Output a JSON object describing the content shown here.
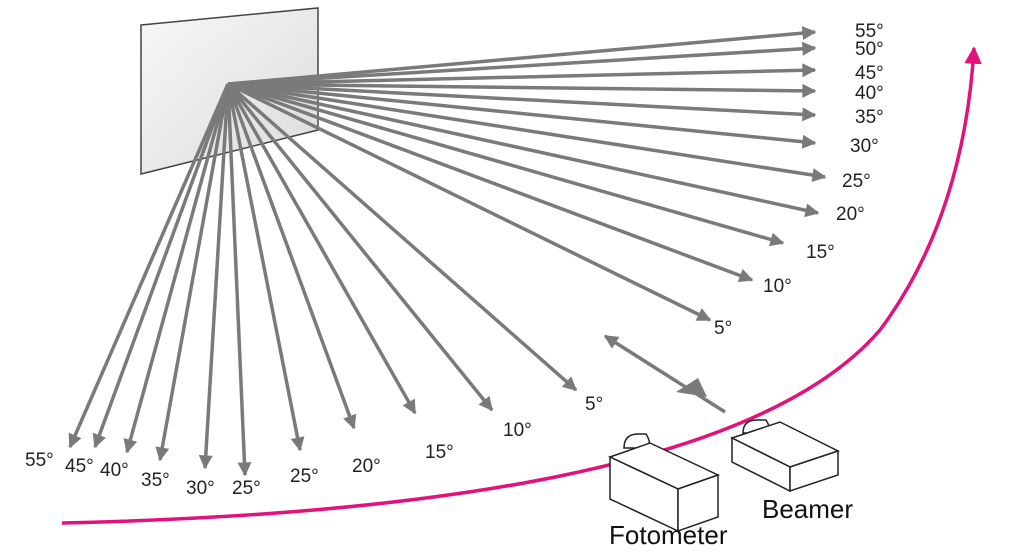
{
  "colors": {
    "ray": "#7a7a7b",
    "sweep_arrow": "#e2127a",
    "screen_fill": "#eeeeee",
    "screen_stroke": "#444444",
    "device_stroke": "#222222",
    "label_text": "#222222"
  },
  "reflected_rays": {
    "labels": [
      "55°",
      "50°",
      "45°",
      "40°",
      "35°",
      "30°",
      "25°",
      "20°",
      "15°",
      "10°",
      "5°"
    ]
  },
  "lower_rays": {
    "labels": [
      "55°",
      "45°",
      "40°",
      "35°",
      "30°",
      "25°",
      "25°",
      "20°",
      "15°",
      "10°",
      "5°"
    ]
  },
  "devices": {
    "photometer_label": "Fotometer",
    "beamer_label": "Beamer"
  }
}
